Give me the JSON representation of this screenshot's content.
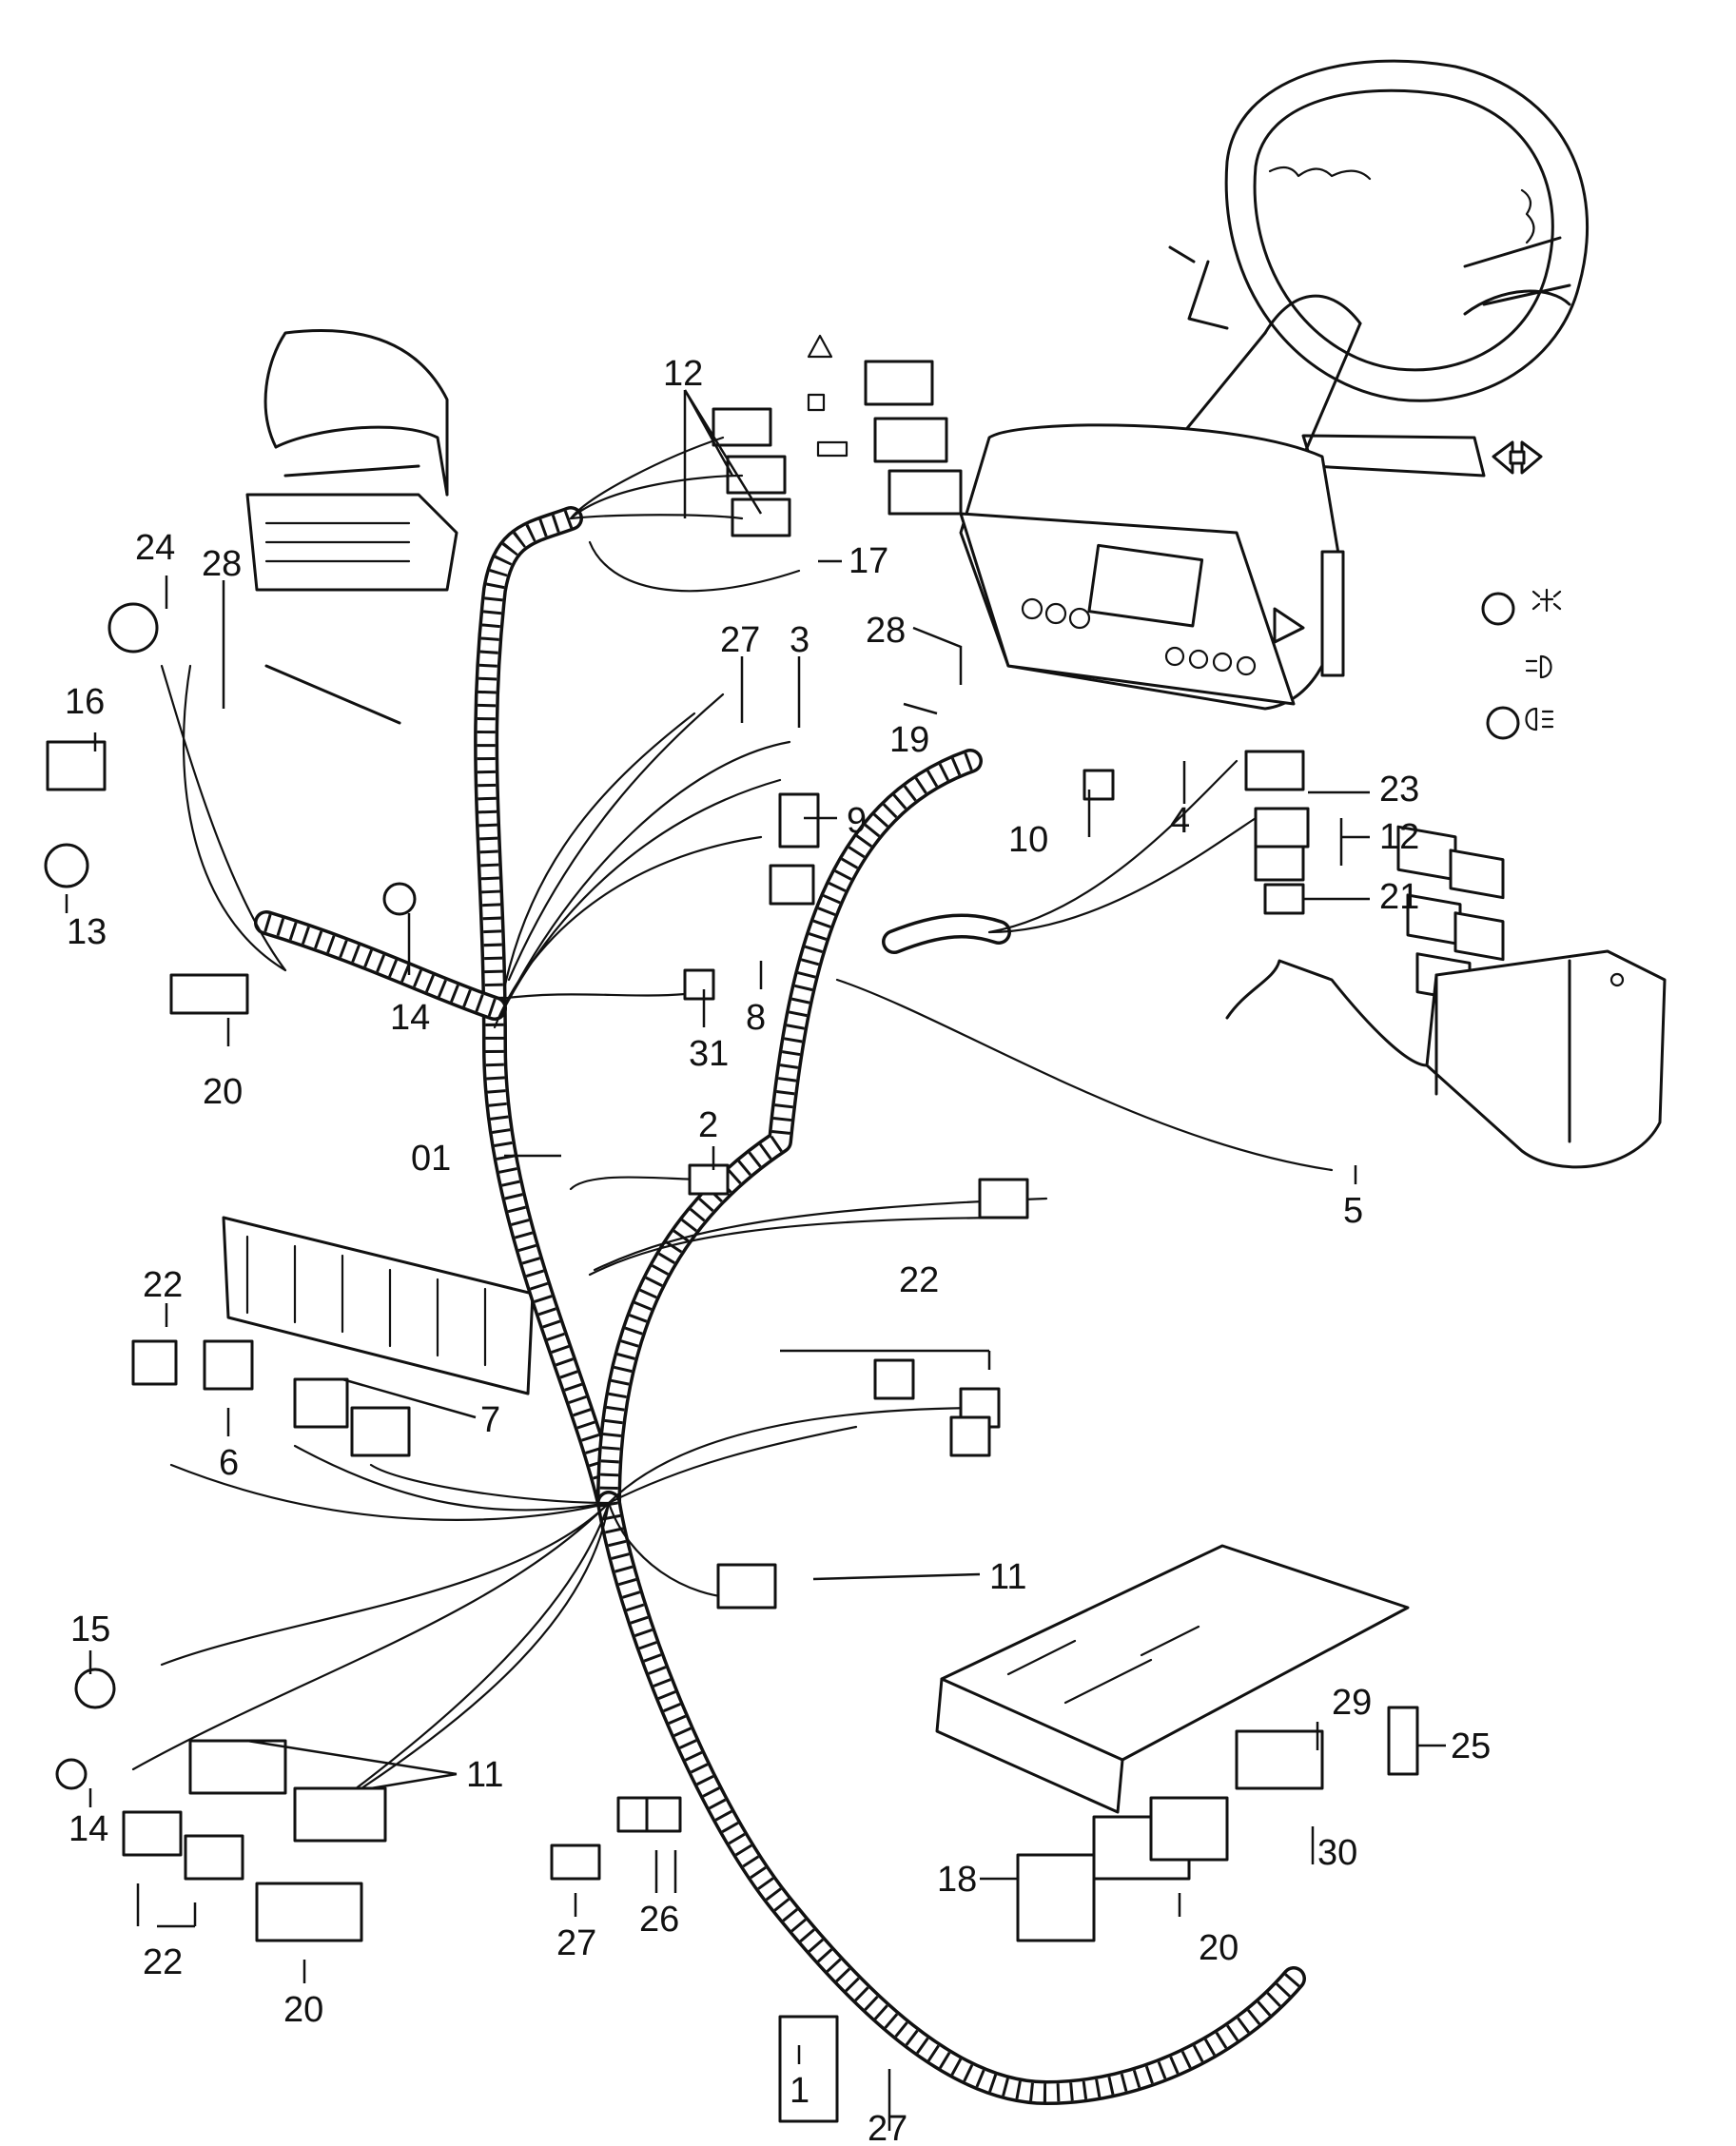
{
  "callouts": [
    {
      "id": "12a",
      "text": "12"
    },
    {
      "id": "17",
      "text": "17"
    },
    {
      "id": "27a",
      "text": "27"
    },
    {
      "id": "3",
      "text": "3"
    },
    {
      "id": "28a",
      "text": "28"
    },
    {
      "id": "19",
      "text": "19"
    },
    {
      "id": "9",
      "text": "9"
    },
    {
      "id": "10",
      "text": "10"
    },
    {
      "id": "4",
      "text": "4"
    },
    {
      "id": "23",
      "text": "23"
    },
    {
      "id": "12b",
      "text": "12"
    },
    {
      "id": "21",
      "text": "21"
    },
    {
      "id": "24",
      "text": "24"
    },
    {
      "id": "28b",
      "text": "28"
    },
    {
      "id": "16",
      "text": "16"
    },
    {
      "id": "13",
      "text": "13"
    },
    {
      "id": "14a",
      "text": "14"
    },
    {
      "id": "20a",
      "text": "20"
    },
    {
      "id": "8",
      "text": "8"
    },
    {
      "id": "31",
      "text": "31"
    },
    {
      "id": "01",
      "text": "01"
    },
    {
      "id": "2",
      "text": "2"
    },
    {
      "id": "5",
      "text": "5"
    },
    {
      "id": "22a",
      "text": "22"
    },
    {
      "id": "6",
      "text": "6"
    },
    {
      "id": "7",
      "text": "7"
    },
    {
      "id": "22b",
      "text": "22"
    },
    {
      "id": "11a",
      "text": "11"
    },
    {
      "id": "15",
      "text": "15"
    },
    {
      "id": "11b",
      "text": "11"
    },
    {
      "id": "14b",
      "text": "14"
    },
    {
      "id": "22c",
      "text": "22"
    },
    {
      "id": "20b",
      "text": "20"
    },
    {
      "id": "27b",
      "text": "27"
    },
    {
      "id": "26",
      "text": "26"
    },
    {
      "id": "1",
      "text": "1"
    },
    {
      "id": "27c",
      "text": "27"
    },
    {
      "id": "18",
      "text": "18"
    },
    {
      "id": "20c",
      "text": "20"
    },
    {
      "id": "29",
      "text": "29"
    },
    {
      "id": "30",
      "text": "30"
    },
    {
      "id": "25",
      "text": "25"
    }
  ]
}
